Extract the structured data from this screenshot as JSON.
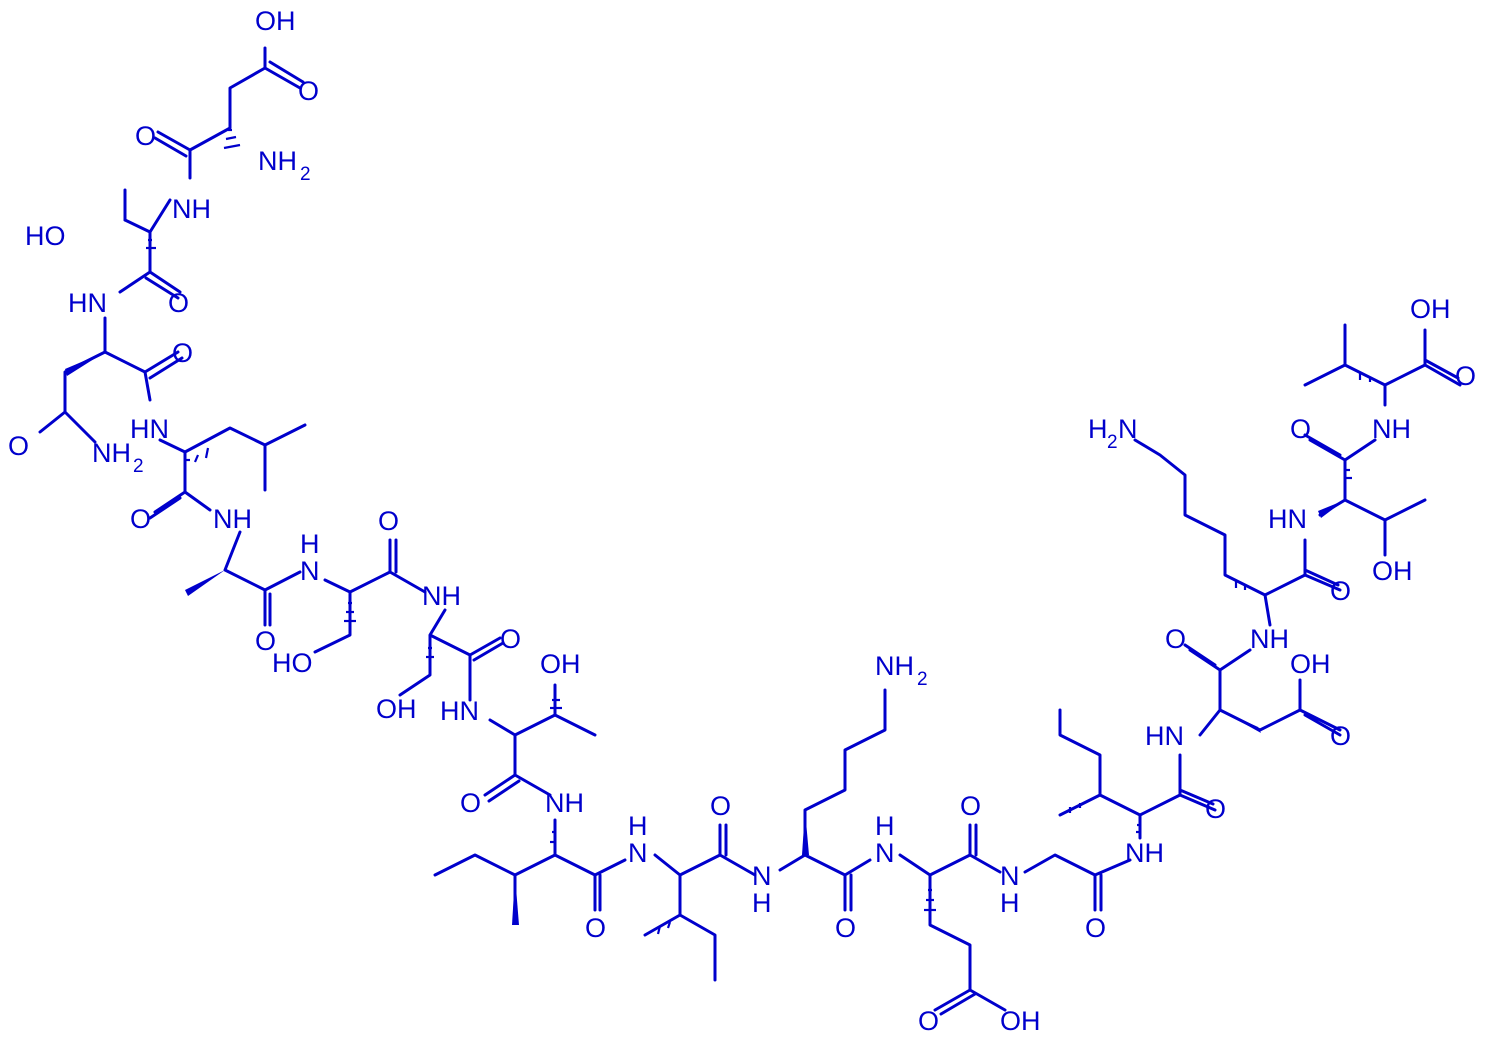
{
  "colors": {
    "structure": "#0000cc",
    "background": "#ffffff"
  },
  "labels": {
    "OH": "OH",
    "HO": "HO",
    "O": "O",
    "NH": "NH",
    "HN": "HN",
    "N": "N",
    "H": "H",
    "NH2": "NH",
    "H2N": "H",
    "two": "2"
  }
}
